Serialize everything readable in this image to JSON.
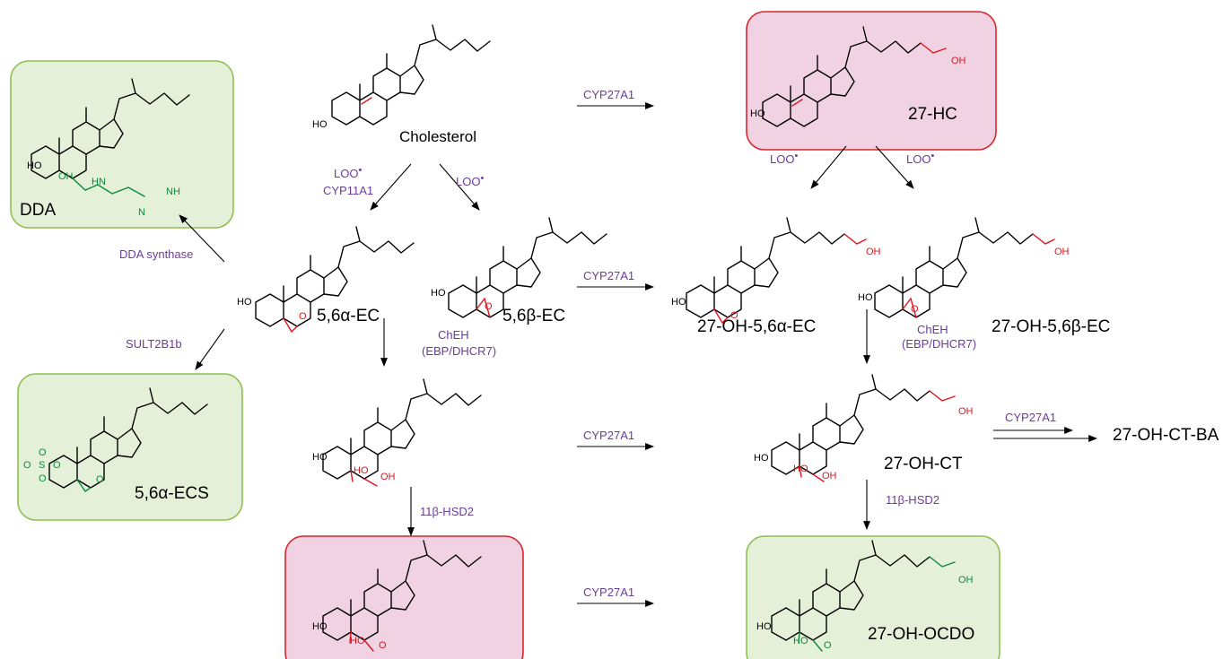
{
  "colors": {
    "green_box_fill": "#e4f0d8",
    "green_box_stroke": "#8dc050",
    "pink_box_fill": "#f0d2e2",
    "pink_box_stroke": "#d9262c",
    "enzyme_text": "#6a3d9a",
    "red_atom": "#e0141e",
    "green_atom": "#0a8a3c"
  },
  "compounds": {
    "cholesterol": "Cholesterol",
    "hc27": "27-HC",
    "dda": "DDA",
    "ec_alpha": "5,6α-EC",
    "ec_beta": "5,6β-EC",
    "oh_ec_alpha": "27-OH-5,6α-EC",
    "oh_ec_beta": "27-OH-5,6β-EC",
    "ecs": "5,6α-ECS",
    "oh_ct": "27-OH-CT",
    "oh_ct_ba": "27-OH-CT-BA",
    "oh_ocdo": "27-OH-OCDO"
  },
  "enzymes": {
    "cyp27a1": "CYP27A1",
    "loo": "LOO",
    "cyp11a1": "CYP11A1",
    "dda_synthase": "DDA synthase",
    "sult2b1b": "SULT2B1b",
    "cheh": "ChEH",
    "cheh_sub": "(EBP/DHCR7)",
    "hsd2": "11β-HSD2"
  },
  "atoms": {
    "oh": "OH",
    "ho": "HO",
    "o": "O",
    "hn": "HN",
    "nh": "NH",
    "n": "N",
    "s": "S"
  }
}
